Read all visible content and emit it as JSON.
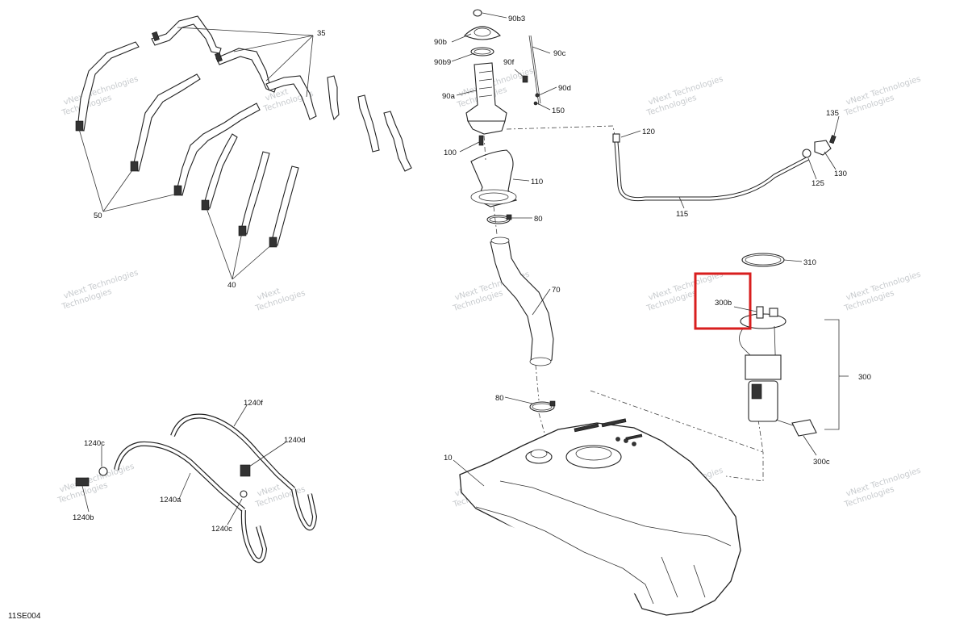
{
  "diagram_code": "11SE004",
  "watermark": [
    "vNext Technologies",
    "vNext",
    "Technologies"
  ],
  "highlight_color": "#d81e1e",
  "callouts": {
    "p35": "35",
    "p50": "50",
    "p40": "40",
    "p90b3": "90b3",
    "p90b": "90b",
    "p90b9": "90b9",
    "p90c": "90c",
    "p90f": "90f",
    "p90d": "90d",
    "p90a": "90a",
    "p150": "150",
    "p100": "100",
    "p110": "110",
    "p80a": "80",
    "p70": "70",
    "p80b": "80",
    "p120": "120",
    "p115": "115",
    "p135": "135",
    "p130": "130",
    "p125": "125",
    "p310": "310",
    "p300b": "300b",
    "p300": "300",
    "p300c": "300c",
    "p10": "10",
    "p1240f": "1240f",
    "p1240c_top": "1240c",
    "p1240d": "1240d",
    "p1240a": "1240a",
    "p1240b": "1240b",
    "p1240c_bottom": "1240c"
  }
}
